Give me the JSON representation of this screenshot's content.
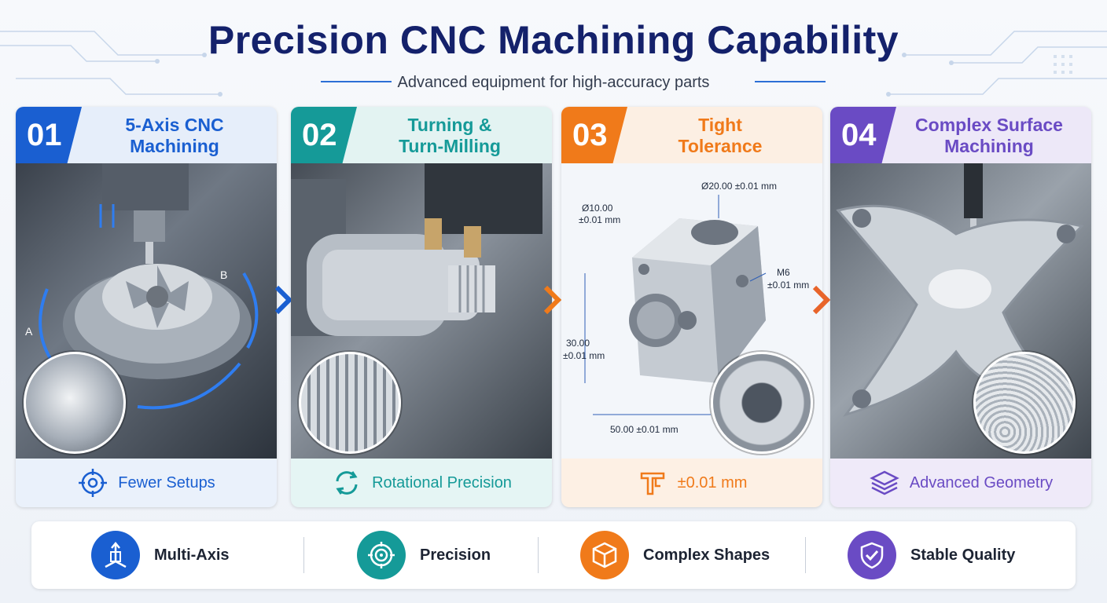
{
  "header": {
    "title": "Precision CNC Machining Capability",
    "subtitle": "Advanced equipment for high-accuracy parts"
  },
  "cards": [
    {
      "number": "01",
      "title_line1": "5-Axis CNC",
      "title_line2": "Machining",
      "footer": "Fewer Setups",
      "accent": "#1a5fd1",
      "icon": "target-icon",
      "axis_labels": [
        "A",
        "B"
      ]
    },
    {
      "number": "02",
      "title_line1": "Turning &",
      "title_line2": "Turn-Milling",
      "footer": "Rotational Precision",
      "accent": "#159a98",
      "icon": "rotate-icon"
    },
    {
      "number": "03",
      "title_line1": "Tight",
      "title_line2": "Tolerance",
      "footer": "±0.01 mm",
      "accent": "#f07a1a",
      "icon": "caliper-icon",
      "dimensions": {
        "d20": "Ø20.00 ±0.01 mm",
        "d10_a": "Ø10.00",
        "d10_b": "±0.01 mm",
        "m6_a": "M6",
        "m6_b": "±0.01 mm",
        "h30_a": "30.00",
        "h30_b": "±0.01 mm",
        "w50": "50.00 ±0.01 mm"
      }
    },
    {
      "number": "04",
      "title_line1": "Complex Surface",
      "title_line2": "Machining",
      "footer": "Advanced Geometry",
      "accent": "#6a4bc4",
      "icon": "layers-icon"
    }
  ],
  "features": [
    {
      "label": "Multi-Axis",
      "color": "#1a5fd1",
      "icon": "axes-icon"
    },
    {
      "label": "Precision",
      "color": "#159a98",
      "icon": "crosshair-icon"
    },
    {
      "label": "Complex Shapes",
      "color": "#f07a1a",
      "icon": "cube-icon"
    },
    {
      "label": "Stable Quality",
      "color": "#6a4bc4",
      "icon": "shield-check-icon"
    }
  ]
}
